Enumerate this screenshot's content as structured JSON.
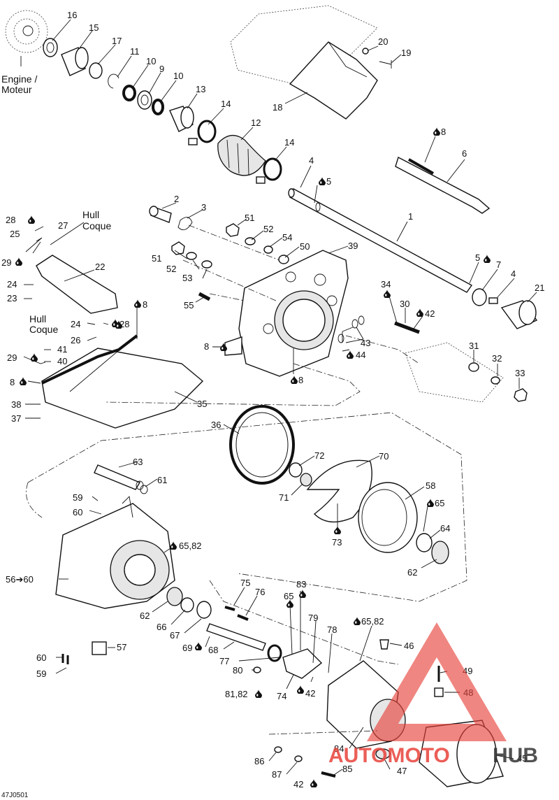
{
  "diagram": {
    "figure_code": "47J0501",
    "side_labels": {
      "engine": [
        "Engine /",
        "Moteur"
      ],
      "hull_top": [
        "Hull",
        "Coque"
      ],
      "hull_mid": [
        "Hull",
        "Coque"
      ]
    },
    "callouts": [
      "16",
      "15",
      "17",
      "11",
      "10",
      "9",
      "10",
      "13",
      "14",
      "12",
      "14",
      "20",
      "19",
      "18",
      "8",
      "6",
      "4",
      "5",
      "1",
      "2",
      "3",
      "28",
      "27",
      "25",
      "29",
      "22",
      "24",
      "23",
      "51",
      "52",
      "54",
      "50",
      "39",
      "51",
      "52",
      "53",
      "55",
      "5",
      "7",
      "4",
      "21",
      "34",
      "30",
      "42",
      "24",
      "28",
      "26",
      "8",
      "8",
      "41",
      "40",
      "43",
      "44",
      "8",
      "31",
      "32",
      "33",
      "29",
      "8",
      "38",
      "37",
      "35",
      "36",
      "63",
      "61",
      "72",
      "70",
      "59",
      "60",
      "71",
      "58",
      "65",
      "73",
      "64",
      "65,82",
      "56➔60",
      "62",
      "75",
      "83",
      "76",
      "65",
      "62",
      "66",
      "67",
      "79",
      "78",
      "65,82",
      "69",
      "68",
      "46",
      "77",
      "80",
      "81,82",
      "74",
      "42",
      "49",
      "48",
      "60",
      "59",
      "57",
      "84",
      "86",
      "87",
      "85",
      "42",
      "47",
      "45"
    ],
    "watermark": {
      "brand_left": "AUTOMOTO",
      "brand_right": "HUB",
      "color_red": "#e8423a",
      "color_dark": "#333333"
    },
    "lubricant_icon": "oil-drop-icon"
  }
}
